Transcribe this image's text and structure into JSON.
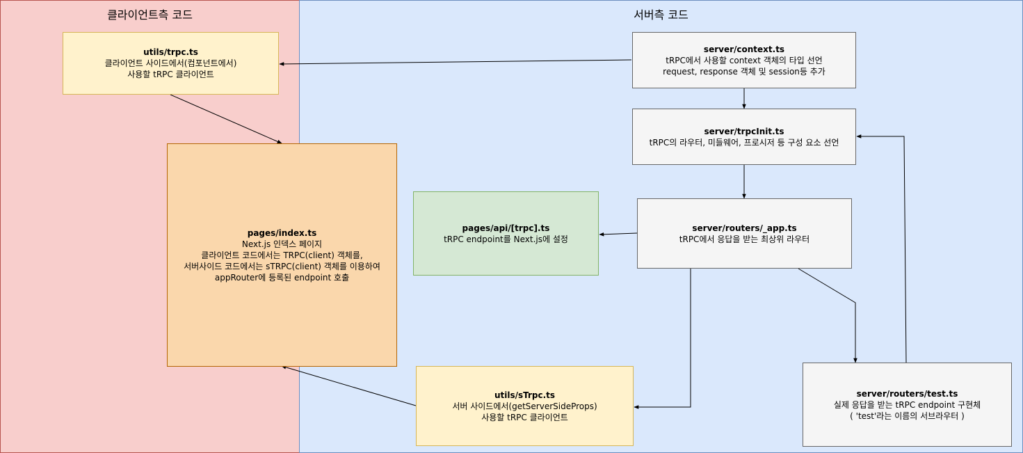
{
  "zones": {
    "client_title": "클라이언트측 코드",
    "server_title": "서버측 코드"
  },
  "nodes": {
    "utils_trpc": {
      "title": "utils/trpc.ts",
      "lines": [
        "클라이언트 사이드에서(컴포넌트에서)",
        "사용할 tRPC 클라이언트"
      ]
    },
    "pages_index": {
      "title": "pages/index.ts",
      "lines": [
        "Next.js 인덱스 페이지",
        "클라이언트 코드에서는 TRPC(client) 객체를,",
        "서버사이드 코드에서는 sTRPC(client) 객체를 이용하여",
        "appRouter에 등록된 endpoint 호출"
      ]
    },
    "server_context": {
      "title": "server/context.ts",
      "lines": [
        "tRPC에서 사용할 context 객체의 타입 선언",
        "request, response 객체 및 session등 추가"
      ]
    },
    "server_trpcinit": {
      "title": "server/trpcInit.ts",
      "lines": [
        "tRPC의 라우터, 미들웨어, 프로시저 등 구성 요소 선언"
      ]
    },
    "pages_api": {
      "title": "pages/api/[trpc].ts",
      "lines": [
        "tRPC endpoint를 Next.js에 설정"
      ]
    },
    "server_app": {
      "title": "server/routers/_app.ts",
      "lines": [
        "tRPC에서 응답을 받는 최상위 라우터"
      ]
    },
    "utils_strpc": {
      "title": "utils/sTrpc.ts",
      "lines": [
        "서버 사이드에서(getServerSideProps)",
        "사용할 tRPC 클라이언트"
      ]
    },
    "server_test": {
      "title": "server/routers/test.ts",
      "lines": [
        "실제 응답을 받는 tRPC endpoint 구현체",
        "( 'test'라는 이름의 서브라우터 )"
      ]
    }
  }
}
